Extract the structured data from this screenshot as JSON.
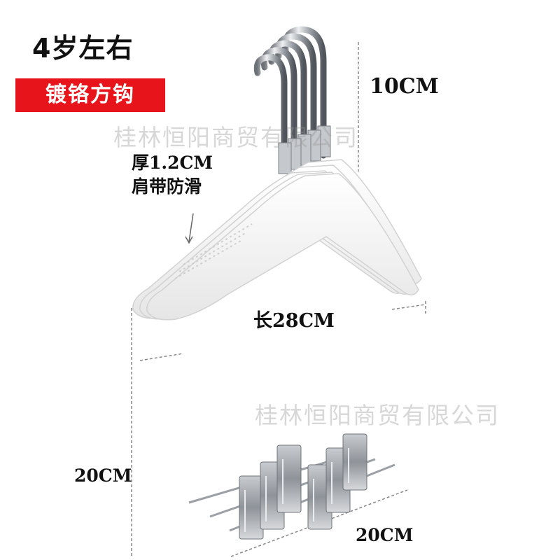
{
  "title": "4岁左右",
  "badge": "镀铬方钩",
  "dimensions": {
    "hook_height": "10CM",
    "thickness_line1": "厚1.2CM",
    "thickness_line2": "肩带防滑",
    "length": "长28CM",
    "clip_height": "20CM",
    "clip_width": "20CM"
  },
  "watermark": "桂林恒阳商贸有限公司",
  "colors": {
    "badge_bg": "#e8141c",
    "hanger_wood": "#f7f7f7",
    "chrome": "#b8bcc2"
  }
}
